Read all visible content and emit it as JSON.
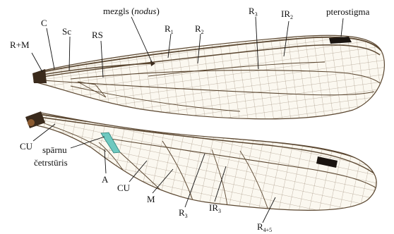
{
  "labels": {
    "r_m": "R+M",
    "c": "C",
    "sc": "Sc",
    "rs": "RS",
    "nodus_prefix": "mezgls (",
    "nodus_italic": "nodus",
    "nodus_suffix": ")",
    "r1": "R",
    "r1_sub": "1",
    "r2": "R",
    "r2_sub": "2",
    "r3_top": "R",
    "r3_top_sub": "3",
    "ir2": "IR",
    "ir2_sub": "2",
    "pterostigma": "pterostigma",
    "cu_left": "CU",
    "spārnu": "spārnu",
    "četrstūris": "četrstūris",
    "a": "A",
    "cu_bottom": "CU",
    "m": "M",
    "r3_bottom": "R",
    "r3_bottom_sub": "3",
    "ir3": "IR",
    "ir3_sub": "3",
    "r45": "R",
    "r45_sub": "4+5"
  },
  "colors": {
    "membrane": "#fbf8f0",
    "vein": "#5a4630",
    "pterostigma": "#1a1410",
    "quadrilateral": "#6ec9c0",
    "base_dark": "#3a2a1c"
  }
}
